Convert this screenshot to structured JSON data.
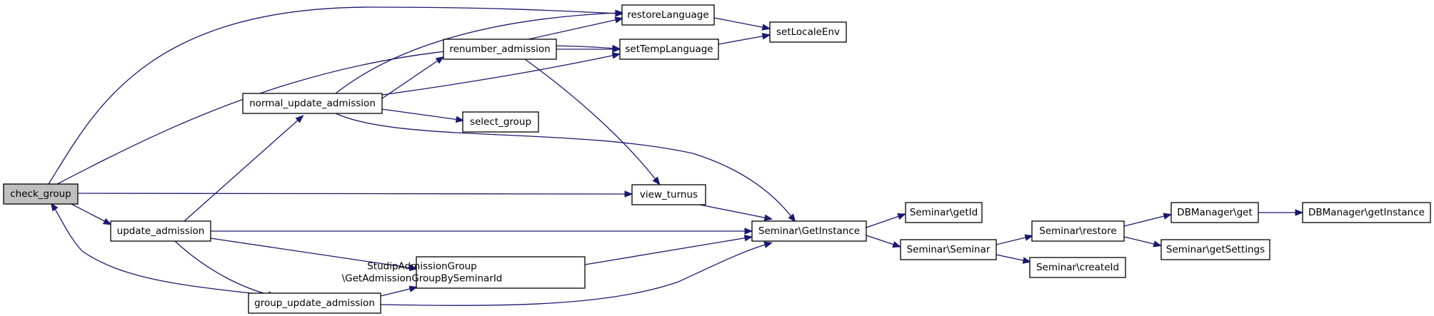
{
  "diagram": {
    "type": "call-graph",
    "nodes": [
      {
        "id": "check_group",
        "lines": [
          "check_group"
        ],
        "root": true
      },
      {
        "id": "update_admission",
        "lines": [
          "update_admission"
        ]
      },
      {
        "id": "normal_update_admission",
        "lines": [
          "normal_update_admission"
        ]
      },
      {
        "id": "group_update_admission",
        "lines": [
          "group_update_admission"
        ]
      },
      {
        "id": "renumber_admission",
        "lines": [
          "renumber_admission"
        ]
      },
      {
        "id": "select_group",
        "lines": [
          "select_group"
        ]
      },
      {
        "id": "studip_admission_group",
        "lines": [
          "StudipAdmissionGroup",
          "\\GetAdmissionGroupBySeminarId"
        ]
      },
      {
        "id": "restoreLanguage",
        "lines": [
          "restoreLanguage"
        ]
      },
      {
        "id": "setTempLanguage",
        "lines": [
          "setTempLanguage"
        ]
      },
      {
        "id": "setLocaleEnv",
        "lines": [
          "setLocaleEnv"
        ]
      },
      {
        "id": "view_turnus",
        "lines": [
          "view_turnus"
        ]
      },
      {
        "id": "seminar_getinstance",
        "lines": [
          "Seminar\\GetInstance"
        ]
      },
      {
        "id": "seminar_getid",
        "lines": [
          "Seminar\\getId"
        ]
      },
      {
        "id": "seminar_seminar",
        "lines": [
          "Seminar\\Seminar"
        ]
      },
      {
        "id": "seminar_restore",
        "lines": [
          "Seminar\\restore"
        ]
      },
      {
        "id": "seminar_createid",
        "lines": [
          "Seminar\\createId"
        ]
      },
      {
        "id": "dbmanager_get",
        "lines": [
          "DBManager\\get"
        ]
      },
      {
        "id": "seminar_getsettings",
        "lines": [
          "Seminar\\getSettings"
        ]
      },
      {
        "id": "dbmanager_getinstance",
        "lines": [
          "DBManager\\getInstance"
        ]
      }
    ],
    "edges": [
      {
        "from": "check_group",
        "to": "restoreLanguage"
      },
      {
        "from": "check_group",
        "to": "setTempLanguage"
      },
      {
        "from": "check_group",
        "to": "view_turnus"
      },
      {
        "from": "check_group",
        "to": "update_admission"
      },
      {
        "from": "update_admission",
        "to": "normal_update_admission"
      },
      {
        "from": "update_admission",
        "to": "seminar_getinstance"
      },
      {
        "from": "update_admission",
        "to": "studip_admission_group"
      },
      {
        "from": "update_admission",
        "to": "group_update_admission"
      },
      {
        "from": "group_update_admission",
        "to": "check_group"
      },
      {
        "from": "group_update_admission",
        "to": "studip_admission_group"
      },
      {
        "from": "group_update_admission",
        "to": "seminar_getinstance"
      },
      {
        "from": "normal_update_admission",
        "to": "restoreLanguage"
      },
      {
        "from": "normal_update_admission",
        "to": "renumber_admission"
      },
      {
        "from": "normal_update_admission",
        "to": "setTempLanguage"
      },
      {
        "from": "normal_update_admission",
        "to": "select_group"
      },
      {
        "from": "normal_update_admission",
        "to": "seminar_getinstance"
      },
      {
        "from": "renumber_admission",
        "to": "restoreLanguage"
      },
      {
        "from": "renumber_admission",
        "to": "setTempLanguage"
      },
      {
        "from": "renumber_admission",
        "to": "view_turnus"
      },
      {
        "from": "restoreLanguage",
        "to": "setLocaleEnv"
      },
      {
        "from": "setTempLanguage",
        "to": "setLocaleEnv"
      },
      {
        "from": "view_turnus",
        "to": "seminar_getinstance"
      },
      {
        "from": "studip_admission_group",
        "to": "seminar_getinstance"
      },
      {
        "from": "seminar_getinstance",
        "to": "seminar_getid"
      },
      {
        "from": "seminar_getinstance",
        "to": "seminar_seminar"
      },
      {
        "from": "seminar_seminar",
        "to": "seminar_restore"
      },
      {
        "from": "seminar_seminar",
        "to": "seminar_createid"
      },
      {
        "from": "seminar_restore",
        "to": "dbmanager_get"
      },
      {
        "from": "seminar_restore",
        "to": "seminar_getsettings"
      },
      {
        "from": "dbmanager_get",
        "to": "dbmanager_getinstance"
      }
    ]
  }
}
